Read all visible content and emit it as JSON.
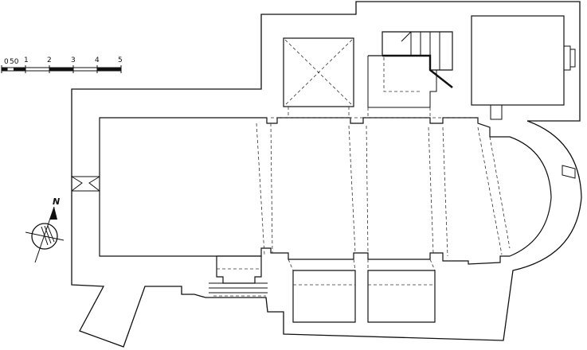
{
  "scale_bar": {
    "labels": [
      "0",
      "50",
      "1",
      "2",
      "3",
      "4",
      "5"
    ]
  },
  "north_arrow": {
    "label": "N"
  },
  "colors": {
    "line": "#111111",
    "background": "#ffffff"
  }
}
